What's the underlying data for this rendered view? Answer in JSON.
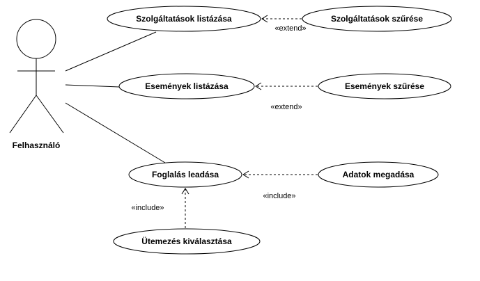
{
  "actor": {
    "name": "Felhasználó"
  },
  "use_cases": {
    "services_list": "Szolgáltatások listázása",
    "services_filter": "Szolgáltatások szűrése",
    "events_list": "Események listázása",
    "events_filter": "Események szűrése",
    "booking": "Foglalás leadása",
    "data_entry": "Adatok megadása",
    "schedule": "Ütemezés kiválasztása"
  },
  "relations": {
    "extend_services": "«extend»",
    "extend_events": "«extend»",
    "include_data": "«include»",
    "include_schedule": "«include»"
  }
}
